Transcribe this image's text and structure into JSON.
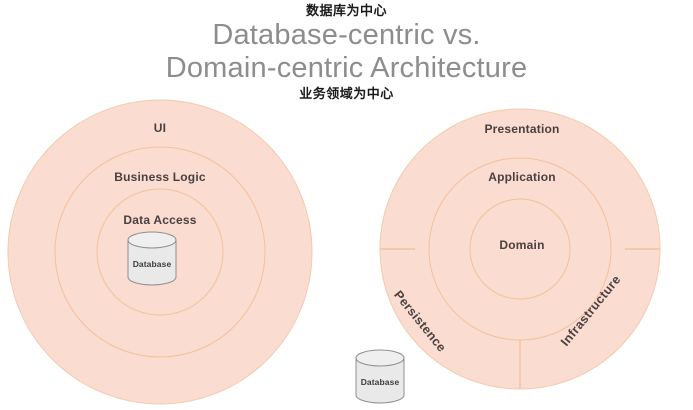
{
  "header": {
    "annotation_top": "数据库为中心",
    "annotation_bottom": "业务领域为中心",
    "title_line1": "Database-centric vs.",
    "title_line2": "Domain-centric Architecture"
  },
  "colors": {
    "ring_fill": "#fadcd0",
    "ring_stroke": "#f2c7a8",
    "label_text": "#4a4040",
    "title_text": "#8d8d8d",
    "annotation_text": "#1b1b1b",
    "cylinder_fill": "#e8e8e8",
    "cylinder_stroke": "#8f8f8f",
    "background": "#ffffff"
  },
  "left_diagram": {
    "name": "database-centric-architecture",
    "rings": [
      {
        "label": "UI",
        "level": "outer"
      },
      {
        "label": "Business Logic",
        "level": "middle"
      },
      {
        "label": "Data Access",
        "level": "inner"
      }
    ],
    "cylinder": {
      "label": "Database"
    }
  },
  "right_diagram": {
    "name": "domain-centric-architecture",
    "rings": [
      {
        "label": "Presentation",
        "level": "outer"
      },
      {
        "label": "Application",
        "level": "middle"
      },
      {
        "label": "Domain",
        "level": "inner"
      }
    ],
    "outer_segments": [
      {
        "label": "Persistence",
        "position": "bottom-left"
      },
      {
        "label": "Infrastructure",
        "position": "bottom-right"
      }
    ],
    "cylinder": {
      "label": "Database"
    }
  }
}
